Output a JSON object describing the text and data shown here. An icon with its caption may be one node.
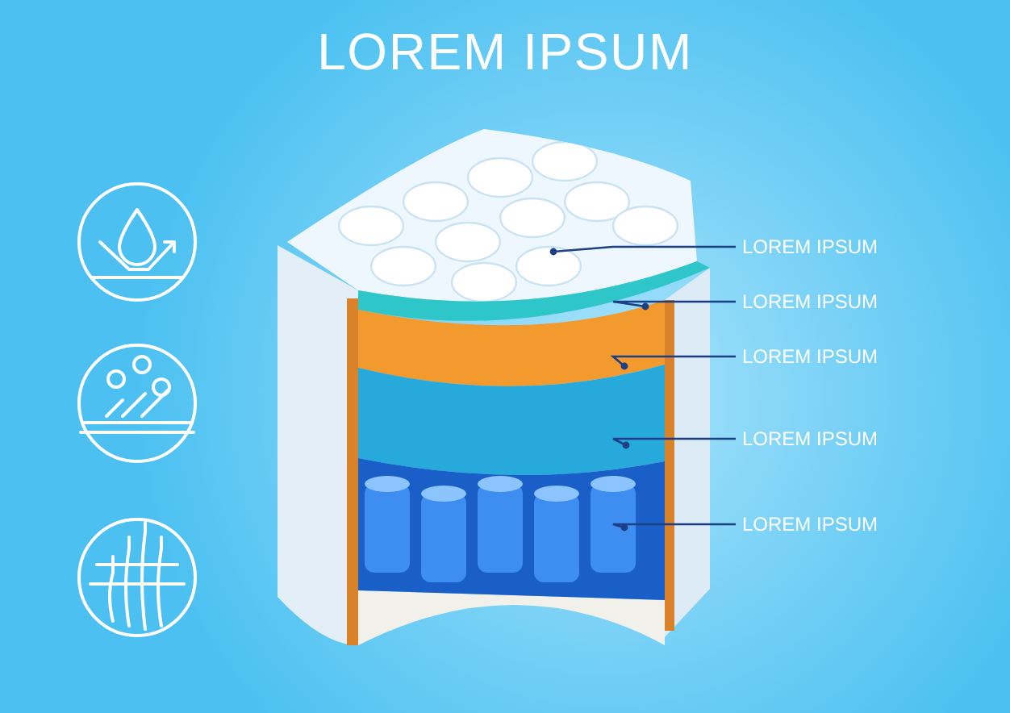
{
  "diagram": {
    "title": "LOREM IPSUM",
    "nodes": [
      {
        "text": [
          "LOREM IPSUM"
        ]
      },
      {
        "text": [
          "LOREM IPSUM"
        ]
      },
      {
        "text": [
          "LOREM IPSUM"
        ]
      },
      {
        "text": [
          "LOREM IPSUM"
        ]
      },
      {
        "text": [
          "LOREM IPSUM"
        ]
      },
      {
        "text": [],
        "shape": "picture"
      },
      {
        "text": [],
        "shape": "picture"
      },
      {
        "text": [],
        "shape": "picture"
      },
      {
        "text": [],
        "shape": "picture"
      },
      {
        "text": [],
        "shape": "picture"
      }
    ],
    "edges": [
      {
        "from": 0,
        "to": 5,
        "arrow": "other"
      },
      {
        "from": 1,
        "to": 6,
        "arrow": "other"
      },
      {
        "from": 2,
        "to": 7,
        "arrow": "other"
      },
      {
        "from": 3,
        "to": 8,
        "arrow": "other"
      },
      {
        "from": 4,
        "to": 9,
        "arrow": "other"
      }
    ]
  }
}
